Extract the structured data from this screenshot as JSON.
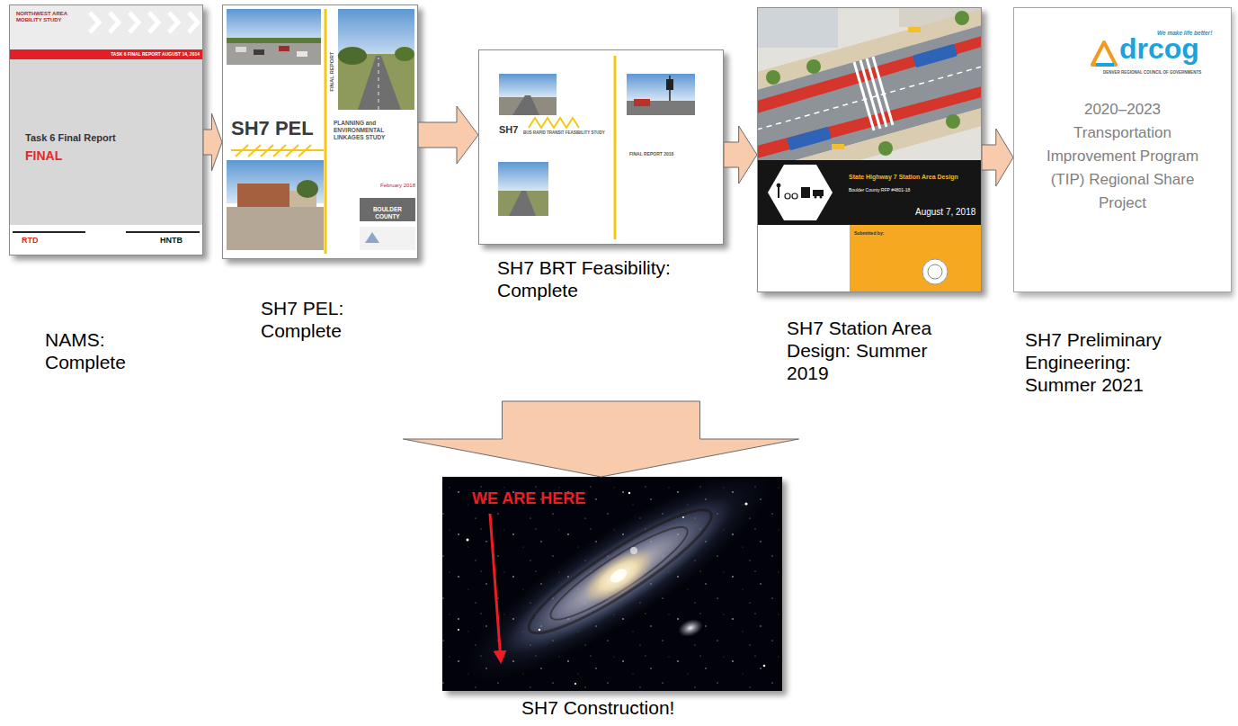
{
  "diagram": {
    "nodes": [
      {
        "text": [
          "NORTHWEST AREA MOBILITY STUDY",
          "TASK 6 FINAL REPORT AUGUST 14, 2014",
          "Task 6 Final Report",
          "FINAL",
          "RTD",
          "HNTB",
          "NAMS: Complete"
        ]
      },
      {
        "text": [
          "FINAL REPORT",
          "SH7 PEL",
          "PLANNING and ENVIRONMENTAL LINKAGES STUDY",
          "February 2018",
          "BOULDER COUNTY",
          "SH7 PEL: Complete"
        ]
      },
      {
        "text": [
          "SH7",
          "BUS RAPID TRANSIT FEASIBILITY STUDY",
          "FINAL REPORT 2018",
          "SH7 BRT Feasibility: Complete"
        ]
      },
      {
        "text": [
          "State Highway 7 Station Area Design",
          "Boulder County RFP #4801-18",
          "August 7, 2018",
          "Submitted by:",
          "SH7 Station Area Design: Summer 2019"
        ]
      },
      {
        "text": [
          "We make life better!",
          "drcog",
          "DENVER REGIONAL COUNCIL OF GOVERNMENTS",
          "2020–2023 Transportation Improvement Program (TIP) Regional Share Project",
          "SH7 Preliminary Engineering: Summer 2021"
        ]
      },
      {
        "text": [
          "WE ARE HERE",
          "SH7 Construction!"
        ]
      }
    ],
    "edges": [
      {
        "from": 0,
        "to": 1,
        "arrow": "to"
      },
      {
        "from": 1,
        "to": 2,
        "arrow": "to"
      },
      {
        "from": 2,
        "to": 3,
        "arrow": "to"
      },
      {
        "from": 3,
        "to": 4,
        "arrow": "to"
      },
      {
        "from": 2,
        "to": 5,
        "arrow": "to"
      }
    ]
  }
}
